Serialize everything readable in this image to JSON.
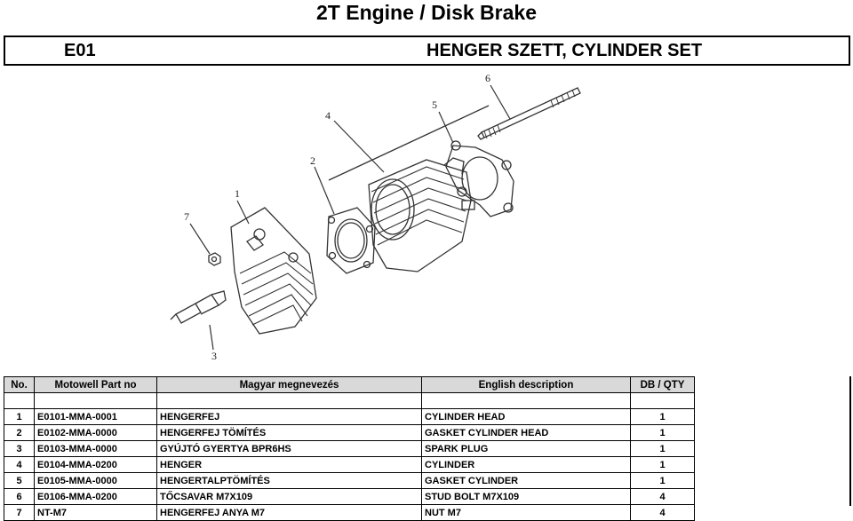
{
  "page": {
    "title": "2T Engine / Disk Brake"
  },
  "section": {
    "code": "E01",
    "name": "HENGER SZETT, CYLINDER SET"
  },
  "diagram": {
    "callouts": [
      "1",
      "2",
      "3",
      "4",
      "5",
      "6",
      "7"
    ]
  },
  "table": {
    "headers": {
      "no": "No.",
      "part_no": "Motowell Part no",
      "hu": "Magyar megnevezés",
      "en": "English description",
      "qty": "DB / QTY"
    },
    "rows": [
      {
        "no": "1",
        "part_no": "E0101-MMA-0001",
        "hu": "HENGERFEJ",
        "en": "CYLINDER HEAD",
        "qty": "1"
      },
      {
        "no": "2",
        "part_no": "E0102-MMA-0000",
        "hu": "HENGERFEJ TÖMÍTÉS",
        "en": "GASKET CYLINDER HEAD",
        "qty": "1"
      },
      {
        "no": "3",
        "part_no": "E0103-MMA-0000",
        "hu": "GYÚJTÓ GYERTYA BPR6HS",
        "en": "SPARK PLUG",
        "qty": "1"
      },
      {
        "no": "4",
        "part_no": "E0104-MMA-0200",
        "hu": "HENGER",
        "en": "CYLINDER",
        "qty": "1"
      },
      {
        "no": "5",
        "part_no": "E0105-MMA-0000",
        "hu": "HENGERTALPTÖMÍTÉS",
        "en": "GASKET CYLINDER",
        "qty": "1"
      },
      {
        "no": "6",
        "part_no": "E0106-MMA-0200",
        "hu": "TŐCSAVAR M7X109",
        "en": "STUD BOLT M7X109",
        "qty": "4"
      },
      {
        "no": "7",
        "part_no": "NT-M7",
        "hu": "HENGERFEJ ANYA M7",
        "en": "NUT M7",
        "qty": "4"
      }
    ]
  }
}
